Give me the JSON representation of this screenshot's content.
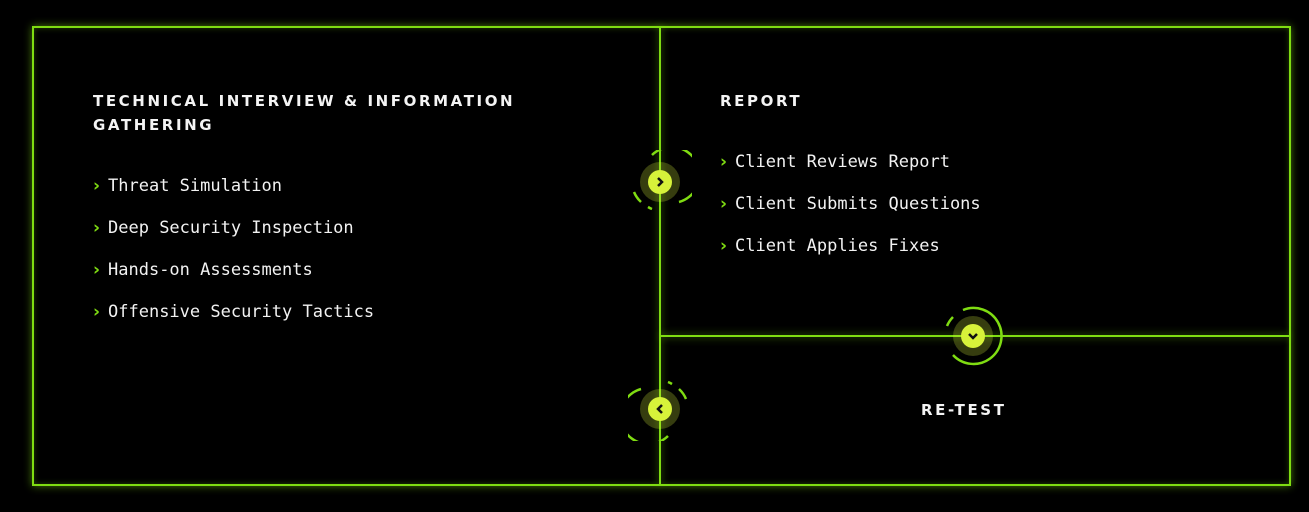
{
  "left": {
    "title": "Technical Interview & Information Gathering",
    "items": [
      "Threat Simulation",
      "Deep Security Inspection",
      "Hands-on Assessments",
      "Offensive Security Tactics"
    ]
  },
  "report": {
    "title": "Report",
    "items": [
      "Client Reviews Report",
      "Client Submits Questions",
      "Client Applies Fixes"
    ]
  },
  "retest": {
    "title": "Re-Test"
  },
  "colors": {
    "accent": "#7fdc12",
    "node": "#d7f23a"
  }
}
